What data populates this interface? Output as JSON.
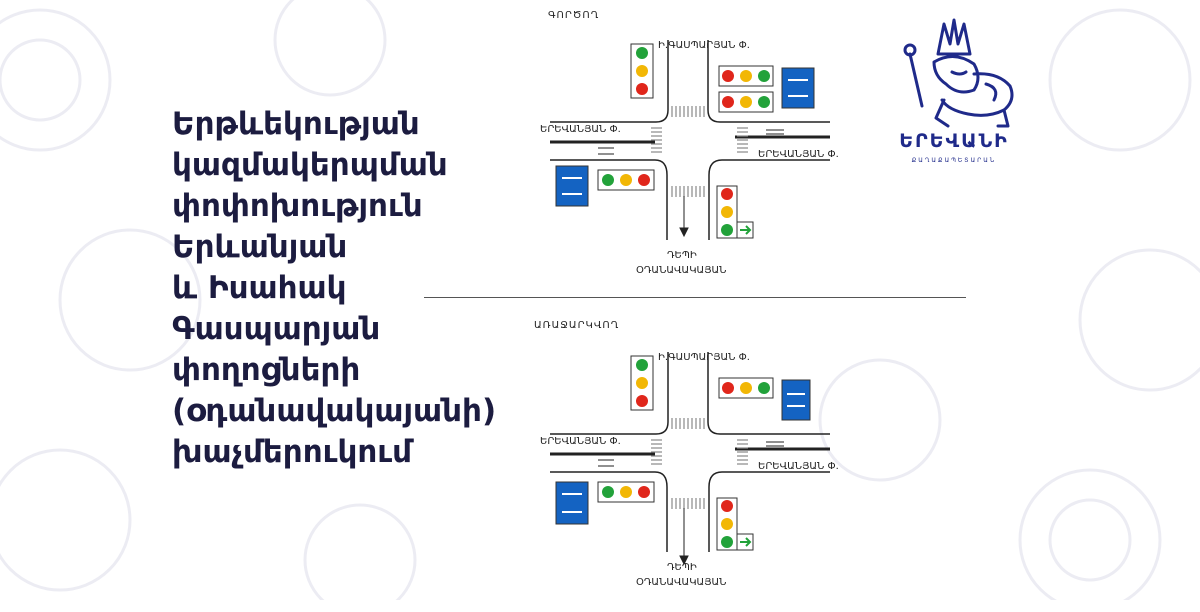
{
  "headline": {
    "lines": [
      "Երթևեկության",
      "կազմակերպման",
      "փոփոխություն",
      "Երևանյան",
      "և Իսահակ",
      "Գասպարյան",
      "փողոցների",
      "(օդանավակայանի)",
      "խաչմերուկում"
    ]
  },
  "logo": {
    "name": "ԵՐԵՎԱՆԻ",
    "subtitle": "ՔԱՂԱՔԱՊԵՏԱՐԱՆ"
  },
  "diagrams": [
    {
      "section_label": "ԳՈՐԾՈՂ",
      "street_north": "Ի.ԳԱՍՊԱՐՅԱՆ Փ.",
      "street_west": "ԵՐԵՎԱՆՅԱՆ Փ.",
      "street_east": "ԵՐԵՎԱՆՅԱՆ Փ.",
      "direction_line1": "ԴԵՊԻ",
      "direction_line2": "ՕԴԱՆԱՎԱԿԱՅԱՆ"
    },
    {
      "section_label": "ԱՌԱՋԱՐԿՎՈՂ",
      "street_north": "Ի.ԳԱՍՊԱՐՅԱՆ Փ.",
      "street_west": "ԵՐԵՎԱՆՅԱՆ Փ.",
      "street_east": "ԵՐԵՎԱՆՅԱՆ Փ.",
      "direction_line1": "ԴԵՊԻ",
      "direction_line2": "ՕԴԱՆԱՎԱԿԱՅԱՆ"
    }
  ],
  "colors": {
    "navy": "#1c1c40",
    "sign_blue": "#1463c2",
    "red": "#e0261b",
    "yellow": "#f2b705",
    "green": "#22a23a",
    "logo_blue": "#1f2a8a"
  }
}
